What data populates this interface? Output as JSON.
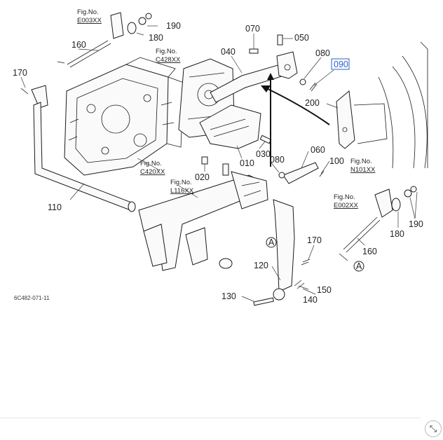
{
  "diagram": {
    "drawing_code": "6C482-071-11",
    "highlighted_part": "090",
    "colors": {
      "highlight": "#2a63c9",
      "ink": "#1a1a1a",
      "background": "#ffffff"
    },
    "part_labels": {
      "p190a": "190",
      "p180a": "180",
      "p160a": "160",
      "p170a": "170",
      "p070": "070",
      "p050": "050",
      "p040": "040",
      "p080a": "080",
      "p090": "090",
      "p200": "200",
      "p030": "030",
      "p080b": "080",
      "p060": "060",
      "p010": "010",
      "p020": "020",
      "p100": "100",
      "p110": "110",
      "p170b": "170",
      "p120": "120",
      "p130": "130",
      "p140": "140",
      "p150": "150",
      "p160b": "160",
      "p180b": "180",
      "p190b": "190"
    },
    "fig_refs": {
      "e003_head": "Fig.No.",
      "e003": "E003XX",
      "c428_head": "Fig.No.",
      "c428": "C428XX",
      "c420_head": "Fig.No.",
      "c420": "C420XX",
      "l116_head": "Fig.No.",
      "l116": "L116XX",
      "n101_head": "Fig.No.",
      "n101": "N101XX",
      "e002_head": "Fig.No.",
      "e002": "E002XX"
    },
    "callouts": {
      "a1": "A",
      "a2": "A"
    },
    "icons": {
      "zoom": "expand-arrow-icon"
    }
  }
}
